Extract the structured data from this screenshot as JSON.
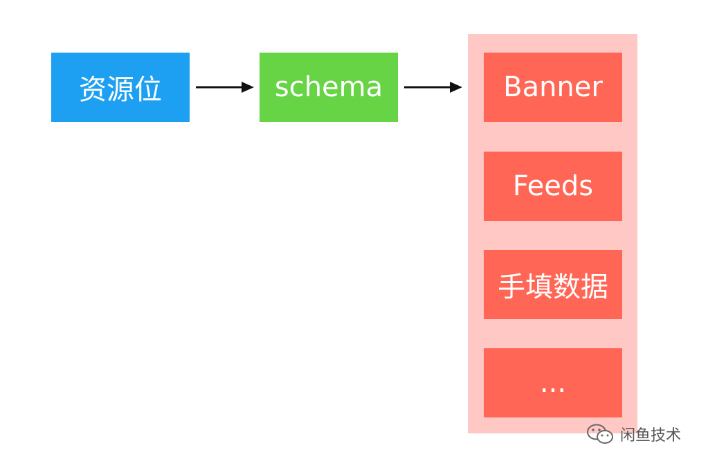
{
  "source_node": {
    "label": "资源位",
    "color": "#1ea0f2"
  },
  "middle_node": {
    "label": "schema",
    "color": "#66d444"
  },
  "target_group": {
    "background": "#ffc8c4",
    "item_color": "#ff6655",
    "items": [
      {
        "label": "Banner"
      },
      {
        "label": "Feeds"
      },
      {
        "label": "手填数据"
      },
      {
        "label": "..."
      }
    ]
  },
  "watermark": {
    "text": "闲鱼技术",
    "icon": "wechat-icon"
  }
}
